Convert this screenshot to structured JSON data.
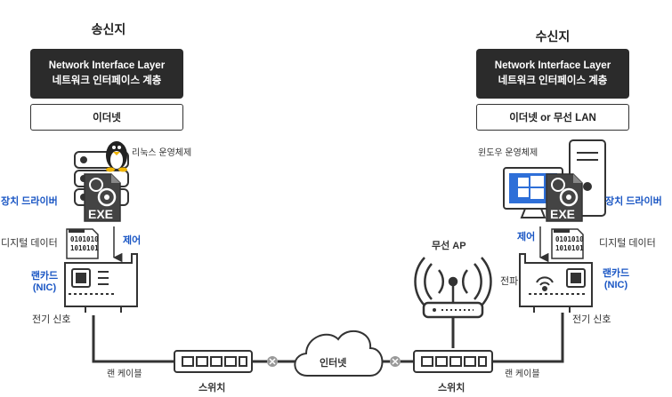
{
  "sender": {
    "title": "송신지",
    "layer_line1": "Network Interface Layer",
    "layer_line2": "네트워크 인터페이스 계층",
    "protocol": "이더넷",
    "os": "리눅스 운영체제",
    "driver": "장치 드라이버",
    "digital_data": "디지털 데이터",
    "control": "제어",
    "lan_card": "랜카드",
    "nic": "(NIC)",
    "electric_signal": "전기 신호",
    "cable": "랜 케이블",
    "switch": "스위치",
    "binary": [
      "0101010",
      "1010101"
    ],
    "exe": "EXE"
  },
  "receiver": {
    "title": "수신지",
    "layer_line1": "Network Interface Layer",
    "layer_line2": "네트워크 인터페이스 계층",
    "protocol": "이더넷 or 무선 LAN",
    "os": "윈도우 운영체제",
    "driver": "장치 드라이버",
    "digital_data": "디지털 데이터",
    "control": "제어",
    "lan_card": "랜카드",
    "nic": "(NIC)",
    "radio": "전파",
    "electric_signal": "전기 신호",
    "cable": "랜 케이블",
    "switch": "스위치",
    "binary": [
      "0101010",
      "1010101"
    ],
    "exe": "EXE"
  },
  "network": {
    "internet": "인터넷",
    "wireless_ap": "무선 AP"
  },
  "colors": {
    "accent": "#1a56c4",
    "dark": "#2b2b2b",
    "icon_gray": "#555555",
    "line": "#333333"
  }
}
